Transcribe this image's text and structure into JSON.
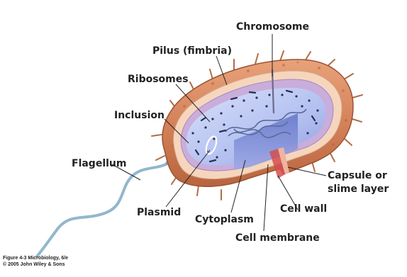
{
  "labels": {
    "chromosome": "Chromosome",
    "pilus": "Pilus (fimbria)",
    "ribosomes": "Ribosomes",
    "inclusion": "Inclusion",
    "flagellum": "Flagellum",
    "plasmid": "Plasmid",
    "cytoplasm": "Cytoplasm",
    "cell_membrane": "Cell membrane",
    "cell_wall": "Cell wall",
    "capsule_line1": "Capsule or",
    "capsule_line2": "slime layer"
  },
  "credit": {
    "line1": "Figure 4-3 Microbiology, 6/e",
    "line2": "© 2005 John Wiley & Sons"
  },
  "colors": {
    "capsule": "#d9875e",
    "capsule_dark": "#b9633d",
    "wall": "#f3d2b8",
    "membrane": "#c7a8d6",
    "cytoplasm": "#aab8ec",
    "cytoplasm_deep": "#6f7fd0",
    "flagellum": "#8fb3c9"
  }
}
